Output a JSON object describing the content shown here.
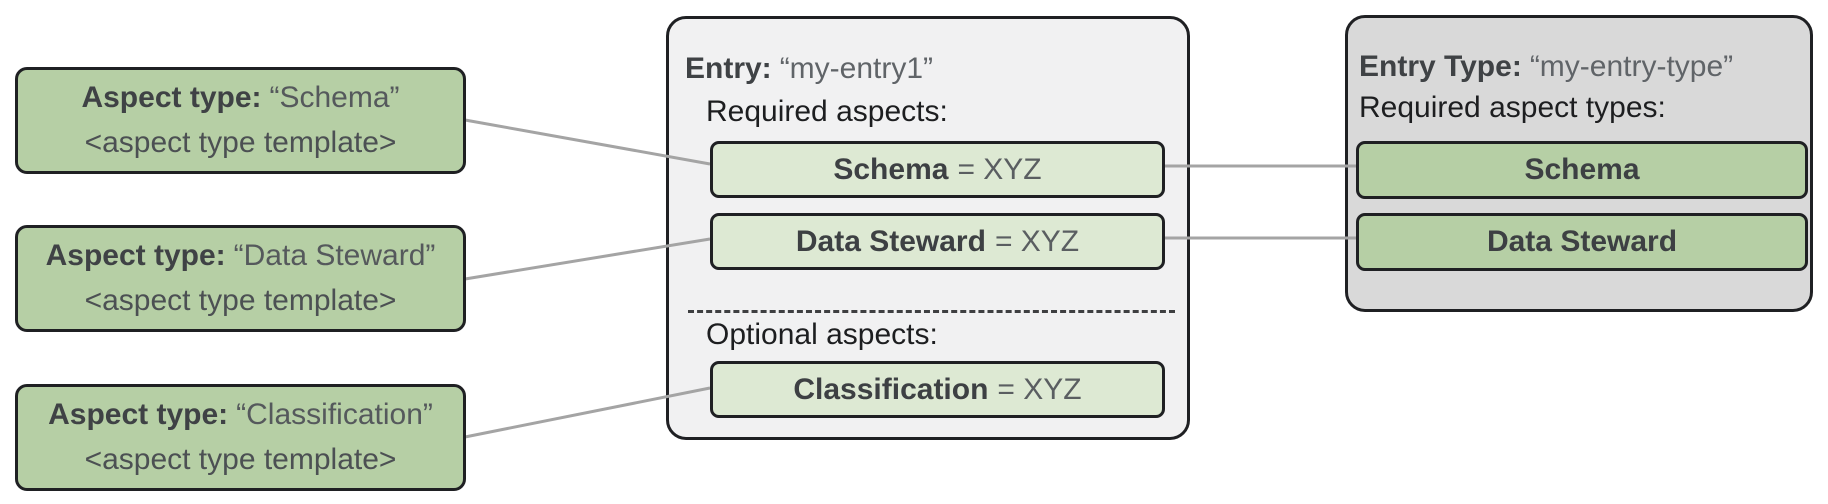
{
  "diagram_title": "Entry, aspect types and entry type relationship diagram",
  "colors": {
    "aspect_box_green": "#b6cfa5",
    "aspect_chip_light_green": "#dde9d3",
    "entry_container_gray": "#f1f1f2",
    "entry_type_container_gray": "#d9d9d9",
    "border_dark": "#1f2023",
    "connector_gray": "#a4a4a4"
  },
  "aspect_types": [
    {
      "label": "Aspect type:",
      "name": "“Schema”",
      "template": "<aspect type template>"
    },
    {
      "label": "Aspect type:",
      "name": "“Data Steward”",
      "template": "<aspect type template>"
    },
    {
      "label": "Aspect type:",
      "name": "“Classification”",
      "template": "<aspect type template>"
    }
  ],
  "entry": {
    "title_label": "Entry:",
    "title_value": "“my-entry1”",
    "required_label": "Required aspects:",
    "optional_label": "Optional aspects:",
    "required_aspects": [
      {
        "name": "Schema",
        "value": "= XYZ"
      },
      {
        "name": "Data Steward",
        "value": "= XYZ"
      }
    ],
    "optional_aspects": [
      {
        "name": "Classification",
        "value": "= XYZ"
      }
    ]
  },
  "entry_type": {
    "title_label": "Entry Type:",
    "title_value": "“my-entry-type”",
    "required_label": "Required aspect types:",
    "required_aspect_types": [
      {
        "name": "Schema"
      },
      {
        "name": "Data Steward"
      }
    ]
  }
}
